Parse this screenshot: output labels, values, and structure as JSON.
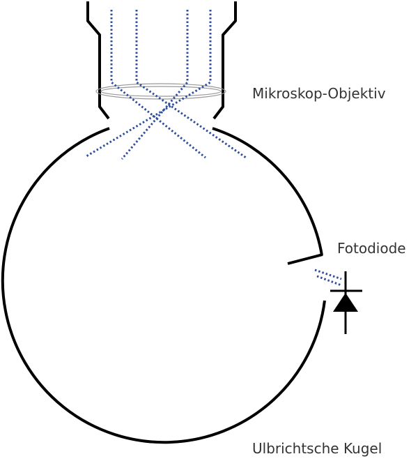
{
  "labels": {
    "objective": "Mikroskop-Objektiv",
    "photodiode": "Fotodiode",
    "sphere": "Ulbrichtsche Kugel"
  },
  "colors": {
    "outline": "#000000",
    "beam": "#2f4f9e",
    "lens": "#999999",
    "text": "#333333"
  }
}
